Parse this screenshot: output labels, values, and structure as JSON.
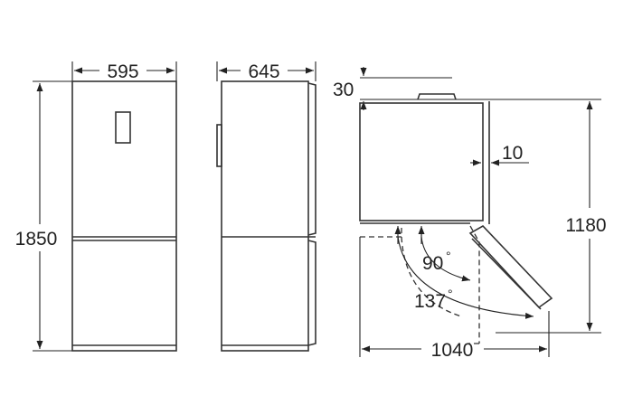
{
  "dimensions": {
    "front_width": "595",
    "side_depth": "645",
    "height": "1850",
    "top_clearance": "30",
    "side_gap": "10",
    "door_height": "1180",
    "total_depth_door_open": "1040"
  },
  "angles": {
    "opening_90": "90",
    "opening_137": "137",
    "degree_symbol": "°"
  },
  "colors": {
    "line": "#333333",
    "fill": "#ffffff",
    "text": "#222222"
  }
}
